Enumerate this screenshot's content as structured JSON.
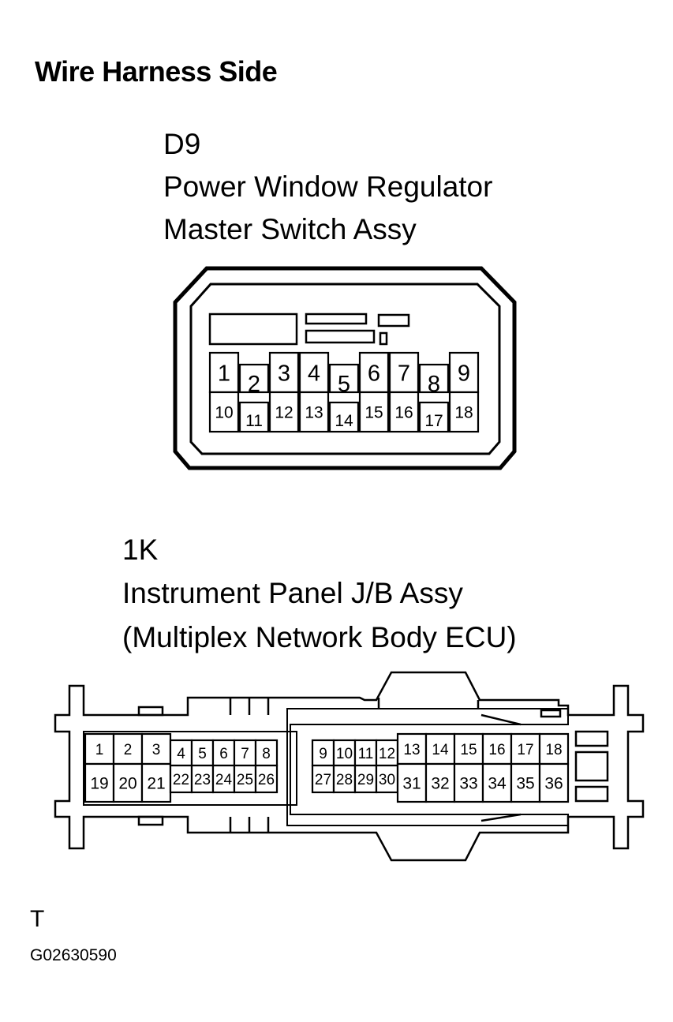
{
  "heading": "Wire Harness Side",
  "connector_d9": {
    "code": "D9",
    "name_line1": "Power Window Regulator",
    "name_line2": "Master Switch Assy",
    "pins_top": [
      "1",
      "2",
      "3",
      "4",
      "5",
      "6",
      "7",
      "8",
      "9"
    ],
    "pins_bottom": [
      "10",
      "11",
      "12",
      "13",
      "14",
      "15",
      "16",
      "17",
      "18"
    ]
  },
  "connector_1k": {
    "code": "1K",
    "name_line1": "Instrument Panel J/B Assy",
    "name_line2": "(Multiplex Network Body ECU)",
    "left_top": [
      "1",
      "2",
      "3"
    ],
    "left_bottom": [
      "19",
      "20",
      "21"
    ],
    "left_small_top": [
      "4",
      "5",
      "6",
      "7",
      "8"
    ],
    "left_small_bottom": [
      "22",
      "23",
      "24",
      "25",
      "26"
    ],
    "right_small_top": [
      "9",
      "10",
      "11",
      "12"
    ],
    "right_small_bottom": [
      "27",
      "28",
      "29",
      "30"
    ],
    "right_top": [
      "13",
      "14",
      "15",
      "16",
      "17",
      "18"
    ],
    "right_bottom": [
      "31",
      "32",
      "33",
      "34",
      "35",
      "36"
    ]
  },
  "footer_letter": "T",
  "figure_id": "G02630590"
}
